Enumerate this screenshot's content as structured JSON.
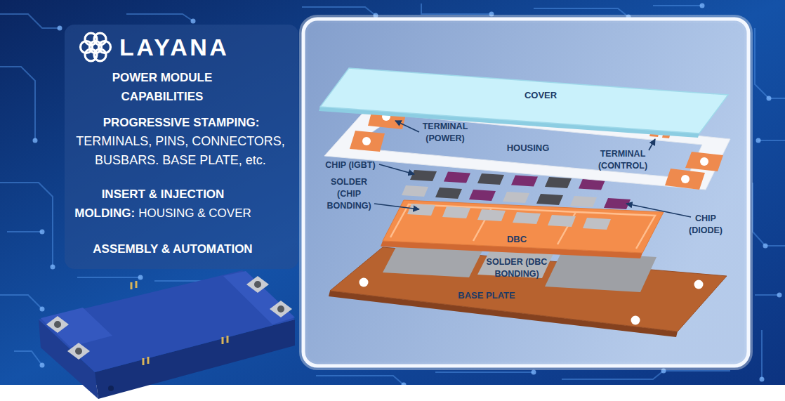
{
  "diagram": {
    "nodes": [
      {
        "text": [
          "LAYANA",
          "POWER MODULE CAPABILITIES",
          "PROGRESSIVE STAMPING:",
          "TERMINALS, PINS, CONNECTORS, BUSBARS. BASE PLATE, etc.",
          "INSERT & INJECTION MOLDING:",
          "HOUSING & COVER",
          "ASSEMBLY & AUTOMATION"
        ]
      },
      {
        "text": [
          "COVER"
        ]
      },
      {
        "text": [
          "HOUSING"
        ]
      },
      {
        "text": [
          "DBC"
        ]
      },
      {
        "text": [
          "BASE PLATE"
        ]
      }
    ],
    "labels": [
      "TERMINAL (POWER)",
      "TERMINAL (CONTROL)",
      "CHIP (IGBT)",
      "SOLDER (CHIP BONDING)",
      "CHIP (DIODE)",
      "SOLDER (DBC BONDING)"
    ]
  }
}
